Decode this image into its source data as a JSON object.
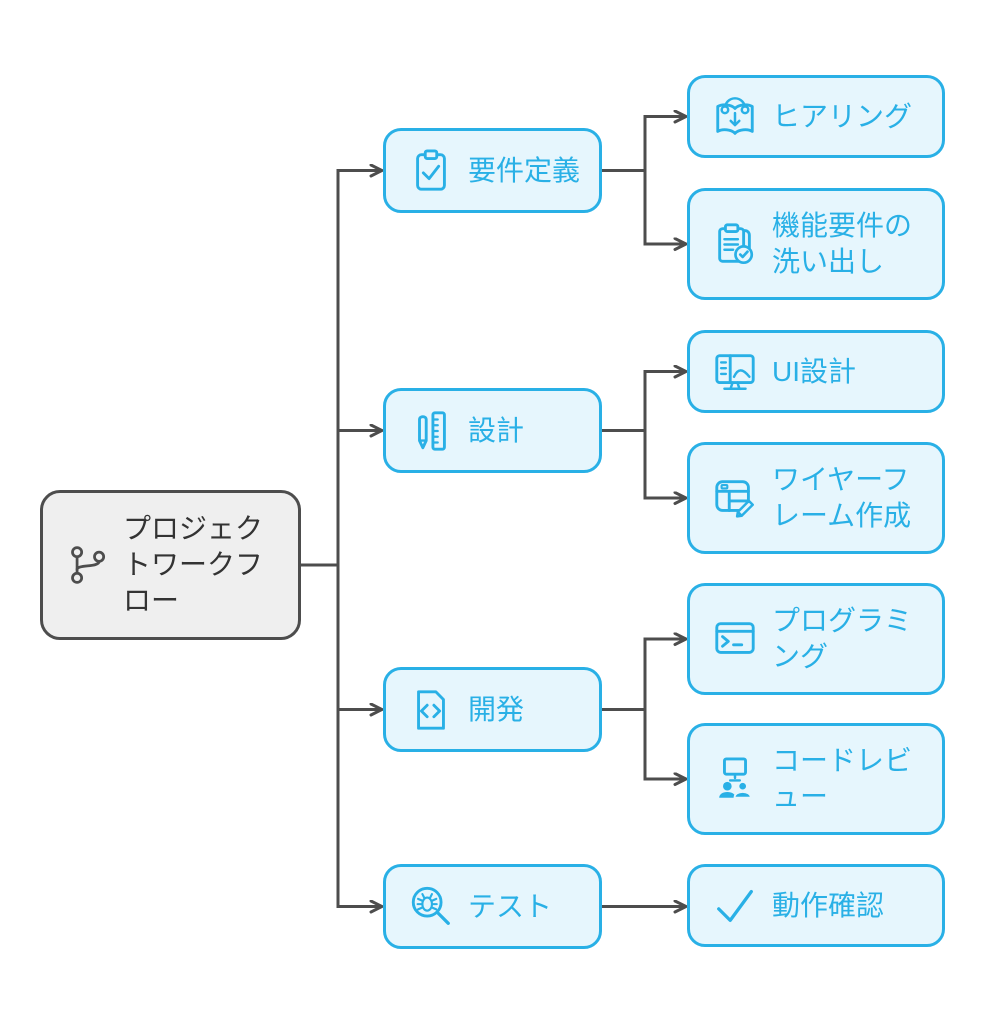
{
  "diagram": {
    "root": {
      "label": "プロジェクトワークフロー",
      "icon": "git-branch-icon"
    },
    "branches": [
      {
        "label": "要件定義",
        "icon": "clipboard-check-icon",
        "children": [
          {
            "label": "ヒアリング",
            "icon": "book-headset-icon"
          },
          {
            "label": "機能要件の洗い出し",
            "icon": "clipboard-list-check-icon"
          }
        ]
      },
      {
        "label": "設計",
        "icon": "pencil-ruler-icon",
        "children": [
          {
            "label": "UI設計",
            "icon": "monitor-design-icon"
          },
          {
            "label": "ワイヤーフレーム作成",
            "icon": "wireframe-pencil-icon"
          }
        ]
      },
      {
        "label": "開発",
        "icon": "code-file-icon",
        "children": [
          {
            "label": "プログラミング",
            "icon": "terminal-icon"
          },
          {
            "label": "コードレビュー",
            "icon": "code-review-icon"
          }
        ]
      },
      {
        "label": "テスト",
        "icon": "bug-magnifier-icon",
        "children": [
          {
            "label": "動作確認",
            "icon": "check-icon"
          }
        ]
      }
    ],
    "colors": {
      "node_border": "#29b0e6",
      "node_fill": "#e6f6fd",
      "node_text": "#29b0e6",
      "root_fill": "#efefef",
      "root_border": "#4d4d4d",
      "root_text": "#333333",
      "connector": "#4d4d4d",
      "background": "#ffffff"
    }
  }
}
